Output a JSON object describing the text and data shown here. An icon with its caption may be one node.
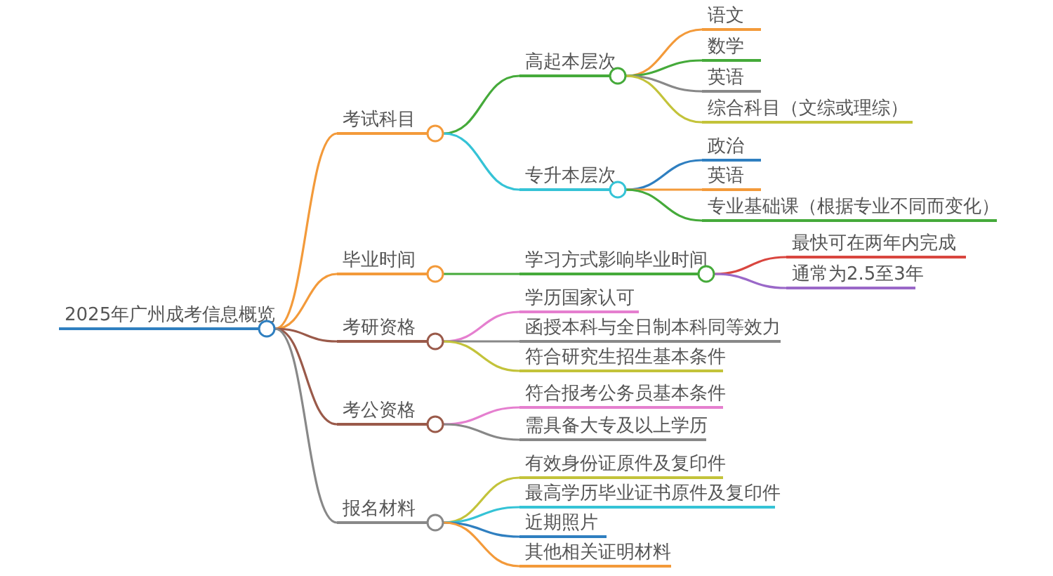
{
  "diagram": {
    "nodes": [
      {
        "text": [
          "2025年广州成考信息概览"
        ]
      },
      {
        "text": [
          "考试科目"
        ]
      },
      {
        "text": [
          "高起本层次"
        ]
      },
      {
        "text": [
          "语文"
        ]
      },
      {
        "text": [
          "数学"
        ]
      },
      {
        "text": [
          "英语"
        ]
      },
      {
        "text": [
          "综合科目（文综或理综）"
        ]
      },
      {
        "text": [
          "专升本层次"
        ]
      },
      {
        "text": [
          "政治"
        ]
      },
      {
        "text": [
          "英语"
        ]
      },
      {
        "text": [
          "专业基础课（根据专业不同而变化）"
        ]
      },
      {
        "text": [
          "毕业时间"
        ]
      },
      {
        "text": [
          "学习方式影响毕业时间"
        ]
      },
      {
        "text": [
          "最快可在两年内完成"
        ]
      },
      {
        "text": [
          "通常为2.5至3年"
        ]
      },
      {
        "text": [
          "考研资格"
        ]
      },
      {
        "text": [
          "学历国家认可"
        ]
      },
      {
        "text": [
          "函授本科与全日制本科同等效力"
        ]
      },
      {
        "text": [
          "符合研究生招生基本条件"
        ]
      },
      {
        "text": [
          "考公资格"
        ]
      },
      {
        "text": [
          "符合报考公务员基本条件"
        ]
      },
      {
        "text": [
          "需具备大专及以上学历"
        ]
      },
      {
        "text": [
          "报名材料"
        ]
      },
      {
        "text": [
          "有效身份证原件及复印件"
        ]
      },
      {
        "text": [
          "最高学历毕业证书原件及复印件"
        ]
      },
      {
        "text": [
          "近期照片"
        ]
      },
      {
        "text": [
          "其他相关证明材料"
        ]
      }
    ],
    "edges": [
      {
        "from": 0,
        "to": 1,
        "arrow": "none",
        "color": "#f39a3a"
      },
      {
        "from": 1,
        "to": 2,
        "arrow": "none",
        "color": "#45aa3a"
      },
      {
        "from": 2,
        "to": 3,
        "arrow": "none",
        "color": "#f39a3a"
      },
      {
        "from": 2,
        "to": 4,
        "arrow": "none",
        "color": "#45aa3a"
      },
      {
        "from": 2,
        "to": 5,
        "arrow": "none",
        "color": "#888888"
      },
      {
        "from": 2,
        "to": 6,
        "arrow": "none",
        "color": "#c3c33a"
      },
      {
        "from": 1,
        "to": 7,
        "arrow": "none",
        "color": "#35c3d6"
      },
      {
        "from": 7,
        "to": 8,
        "arrow": "none",
        "color": "#2f7fc0"
      },
      {
        "from": 7,
        "to": 9,
        "arrow": "none",
        "color": "#f39a3a"
      },
      {
        "from": 7,
        "to": 10,
        "arrow": "none",
        "color": "#45aa3a"
      },
      {
        "from": 0,
        "to": 11,
        "arrow": "none",
        "color": "#f39a3a"
      },
      {
        "from": 11,
        "to": 12,
        "arrow": "none",
        "color": "#45aa3a"
      },
      {
        "from": 12,
        "to": 13,
        "arrow": "none",
        "color": "#d9463f"
      },
      {
        "from": 12,
        "to": 14,
        "arrow": "none",
        "color": "#9a68c8"
      },
      {
        "from": 0,
        "to": 15,
        "arrow": "none",
        "color": "#9a5a4a"
      },
      {
        "from": 15,
        "to": 16,
        "arrow": "none",
        "color": "#e57fcf"
      },
      {
        "from": 15,
        "to": 17,
        "arrow": "none",
        "color": "#888888"
      },
      {
        "from": 15,
        "to": 18,
        "arrow": "none",
        "color": "#c3c33a"
      },
      {
        "from": 0,
        "to": 19,
        "arrow": "none",
        "color": "#9a5a4a"
      },
      {
        "from": 19,
        "to": 20,
        "arrow": "none",
        "color": "#e57fcf"
      },
      {
        "from": 19,
        "to": 21,
        "arrow": "none",
        "color": "#888888"
      },
      {
        "from": 0,
        "to": 22,
        "arrow": "none",
        "color": "#888888"
      },
      {
        "from": 22,
        "to": 23,
        "arrow": "none",
        "color": "#c3c33a"
      },
      {
        "from": 22,
        "to": 24,
        "arrow": "none",
        "color": "#35c3d6"
      },
      {
        "from": 22,
        "to": 25,
        "arrow": "none",
        "color": "#2f7fc0"
      },
      {
        "from": 22,
        "to": 26,
        "arrow": "none",
        "color": "#f39a3a"
      }
    ]
  }
}
